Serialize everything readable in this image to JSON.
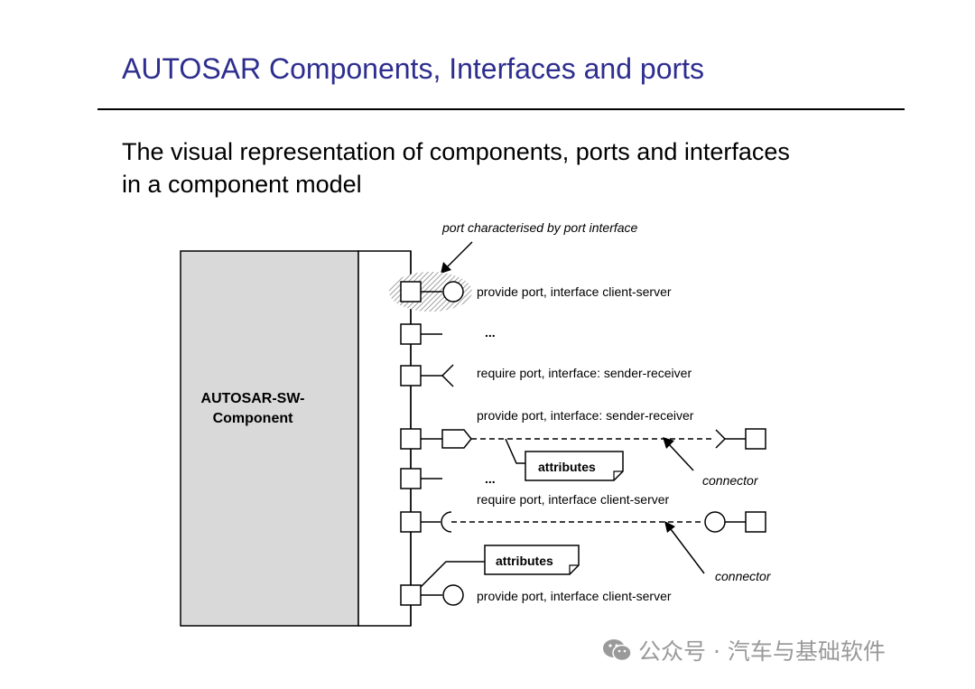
{
  "slide": {
    "title": "AUTOSAR Components, Interfaces and ports",
    "subtitle": "The visual representation of components, ports and interfaces in a component model"
  },
  "diagram": {
    "component_label_line1": "AUTOSAR-SW-",
    "component_label_line2": "Component",
    "port_interface_annotation": "port characterised by port interface",
    "port_labels": {
      "p1": "provide port, interface client-server",
      "ellipsis1": "...",
      "p3": "require port, interface: sender-receiver",
      "p4": "provide port, interface: sender-receiver",
      "ellipsis2": "...",
      "p6": "require port, interface client-server",
      "p7": "provide port, interface client-server"
    },
    "attributes_note_1": "attributes",
    "attributes_note_2": "attributes",
    "connector_label_1": "connector",
    "connector_label_2": "connector"
  },
  "watermark": {
    "text": "公众号 · 汽车与基础软件"
  },
  "colors": {
    "title": "#2e2e8f",
    "component_fill": "#d9d9d9",
    "watermark": "#9a9a9a"
  }
}
